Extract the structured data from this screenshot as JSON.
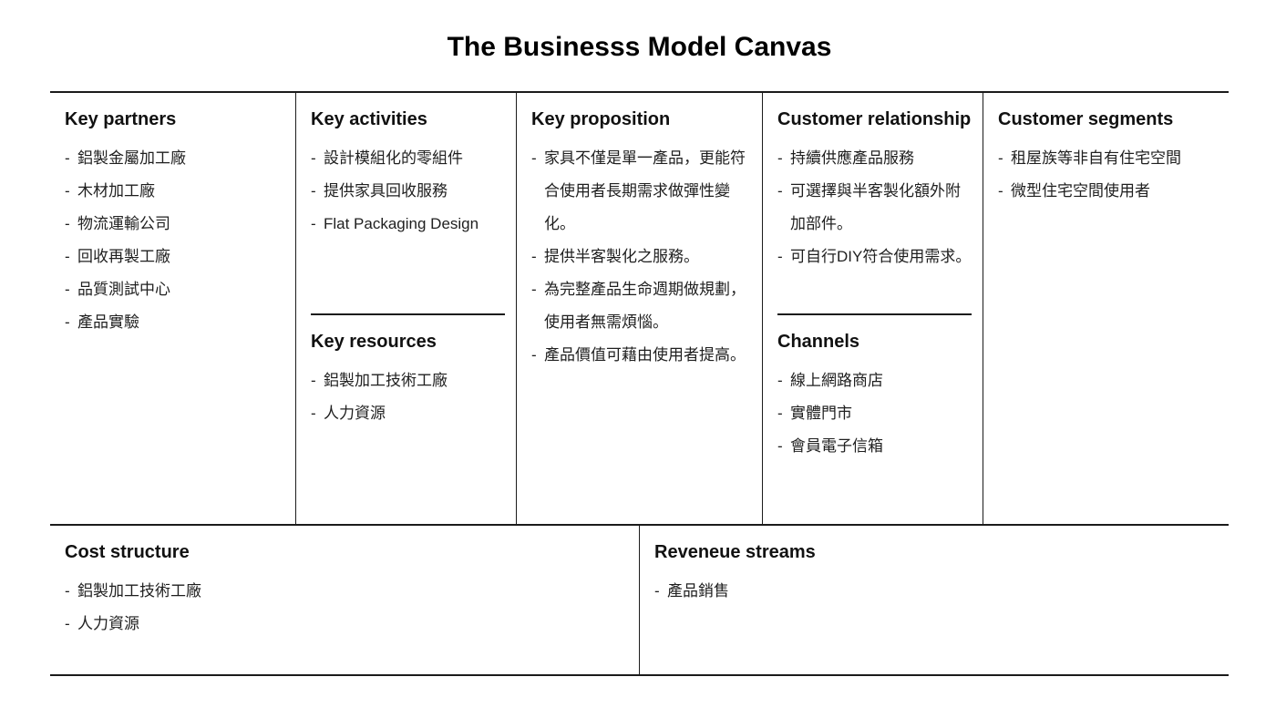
{
  "title": "The Businesss Model Canvas",
  "sections": {
    "key_partners": {
      "heading": "Key partners",
      "items": [
        "鋁製金屬加工廠",
        "木材加工廠",
        "物流運輸公司",
        "回收再製工廠",
        "品質測試中心",
        "產品實驗"
      ]
    },
    "key_activities": {
      "heading": "Key activities",
      "items": [
        "設計模組化的零組件",
        "提供家具回收服務",
        "Flat Packaging Design"
      ]
    },
    "key_resources": {
      "heading": "Key resources",
      "items": [
        "鋁製加工技術工廠",
        "人力資源"
      ]
    },
    "key_proposition": {
      "heading": "Key proposition",
      "items": [
        "家具不僅是單一產品，更能符合使用者長期需求做彈性變化。",
        "提供半客製化之服務。",
        "為完整產品生命週期做規劃，使用者無需煩惱。",
        "產品價值可藉由使用者提高。"
      ]
    },
    "customer_relationship": {
      "heading": "Customer relationship",
      "items": [
        "持續供應產品服務",
        "可選擇與半客製化額外附加部件。",
        "可自行DIY符合使用需求。"
      ]
    },
    "channels": {
      "heading": "Channels",
      "items": [
        "線上網路商店",
        "實體門市",
        "會員電子信箱"
      ]
    },
    "customer_segments": {
      "heading": "Customer segments",
      "items": [
        "租屋族等非自有住宅空間",
        "微型住宅空間使用者"
      ]
    },
    "cost_structure": {
      "heading": "Cost structure",
      "items": [
        "鋁製加工技術工廠",
        "人力資源"
      ]
    },
    "revenue_streams": {
      "heading": "Reveneue streams",
      "items": [
        "產品銷售"
      ]
    }
  }
}
